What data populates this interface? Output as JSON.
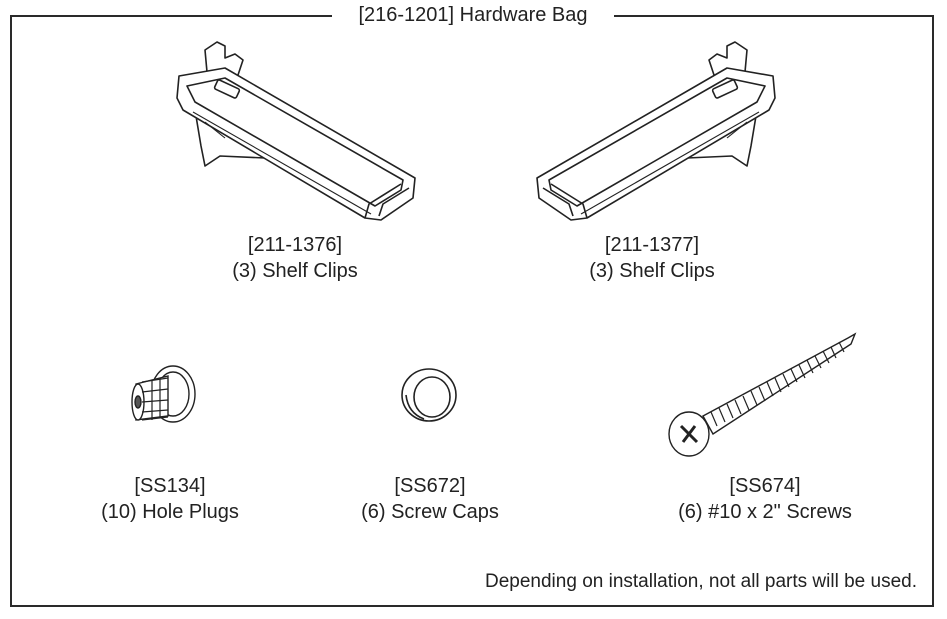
{
  "bag": {
    "title": "[216-1201] Hardware Bag"
  },
  "parts": [
    {
      "code": "[211-1376]",
      "desc": "(3) Shelf Clips",
      "icon": "shelf-clip-left-icon"
    },
    {
      "code": "[211-1377]",
      "desc": "(3) Shelf Clips",
      "icon": "shelf-clip-right-icon"
    },
    {
      "code": "[SS134]",
      "desc": "(10) Hole Plugs",
      "icon": "hole-plug-icon"
    },
    {
      "code": "[SS672]",
      "desc": "(6) Screw Caps",
      "icon": "screw-cap-icon"
    },
    {
      "code": "[SS674]",
      "desc": "(6) #10 x 2\" Screws",
      "icon": "screw-icon"
    }
  ],
  "footer": {
    "note": "Depending on installation, not all parts will be used."
  }
}
